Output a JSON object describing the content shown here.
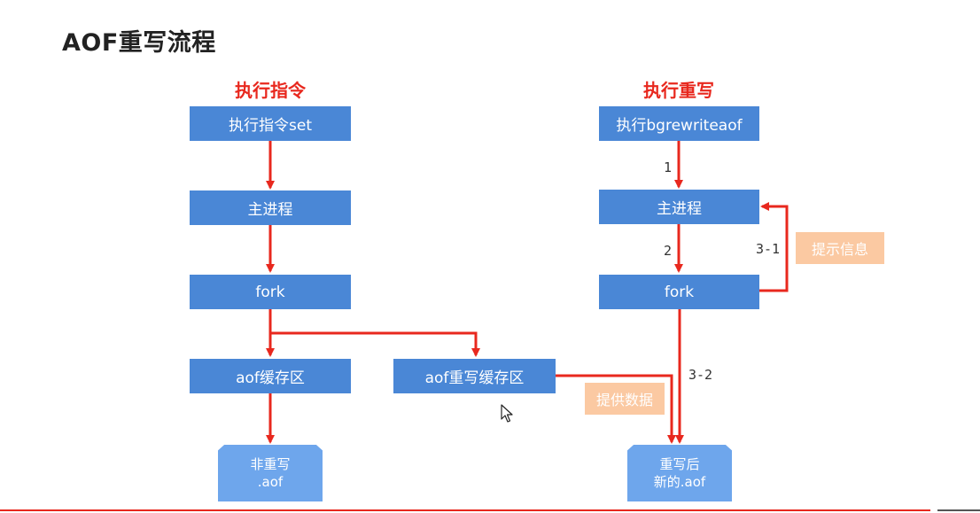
{
  "title": "AOF重写流程",
  "left": {
    "heading": "执行指令",
    "box_cmd": "执行指令set",
    "box_main": "主进程",
    "box_fork": "fork",
    "box_buffer": "aof缓存区",
    "file_line1": "非重写",
    "file_line2": ".aof"
  },
  "middle": {
    "box_rewrite_buffer": "aof重写缓存区",
    "tag_provide": "提供数据"
  },
  "right": {
    "heading": "执行重写",
    "box_cmd": "执行bgrewriteaof",
    "box_main": "主进程",
    "box_fork": "fork",
    "tag_notify": "提示信息",
    "file_line1": "重写后",
    "file_line2": "新的.aof"
  },
  "steps": {
    "s1": "1",
    "s2": "2",
    "s31": "3-1",
    "s32": "3-2"
  },
  "colors": {
    "box": "#4a87d6",
    "doc": "#6ea6ec",
    "arrow": "#e8281e",
    "tag": "#fbc9a2",
    "heading": "#e8281e"
  }
}
